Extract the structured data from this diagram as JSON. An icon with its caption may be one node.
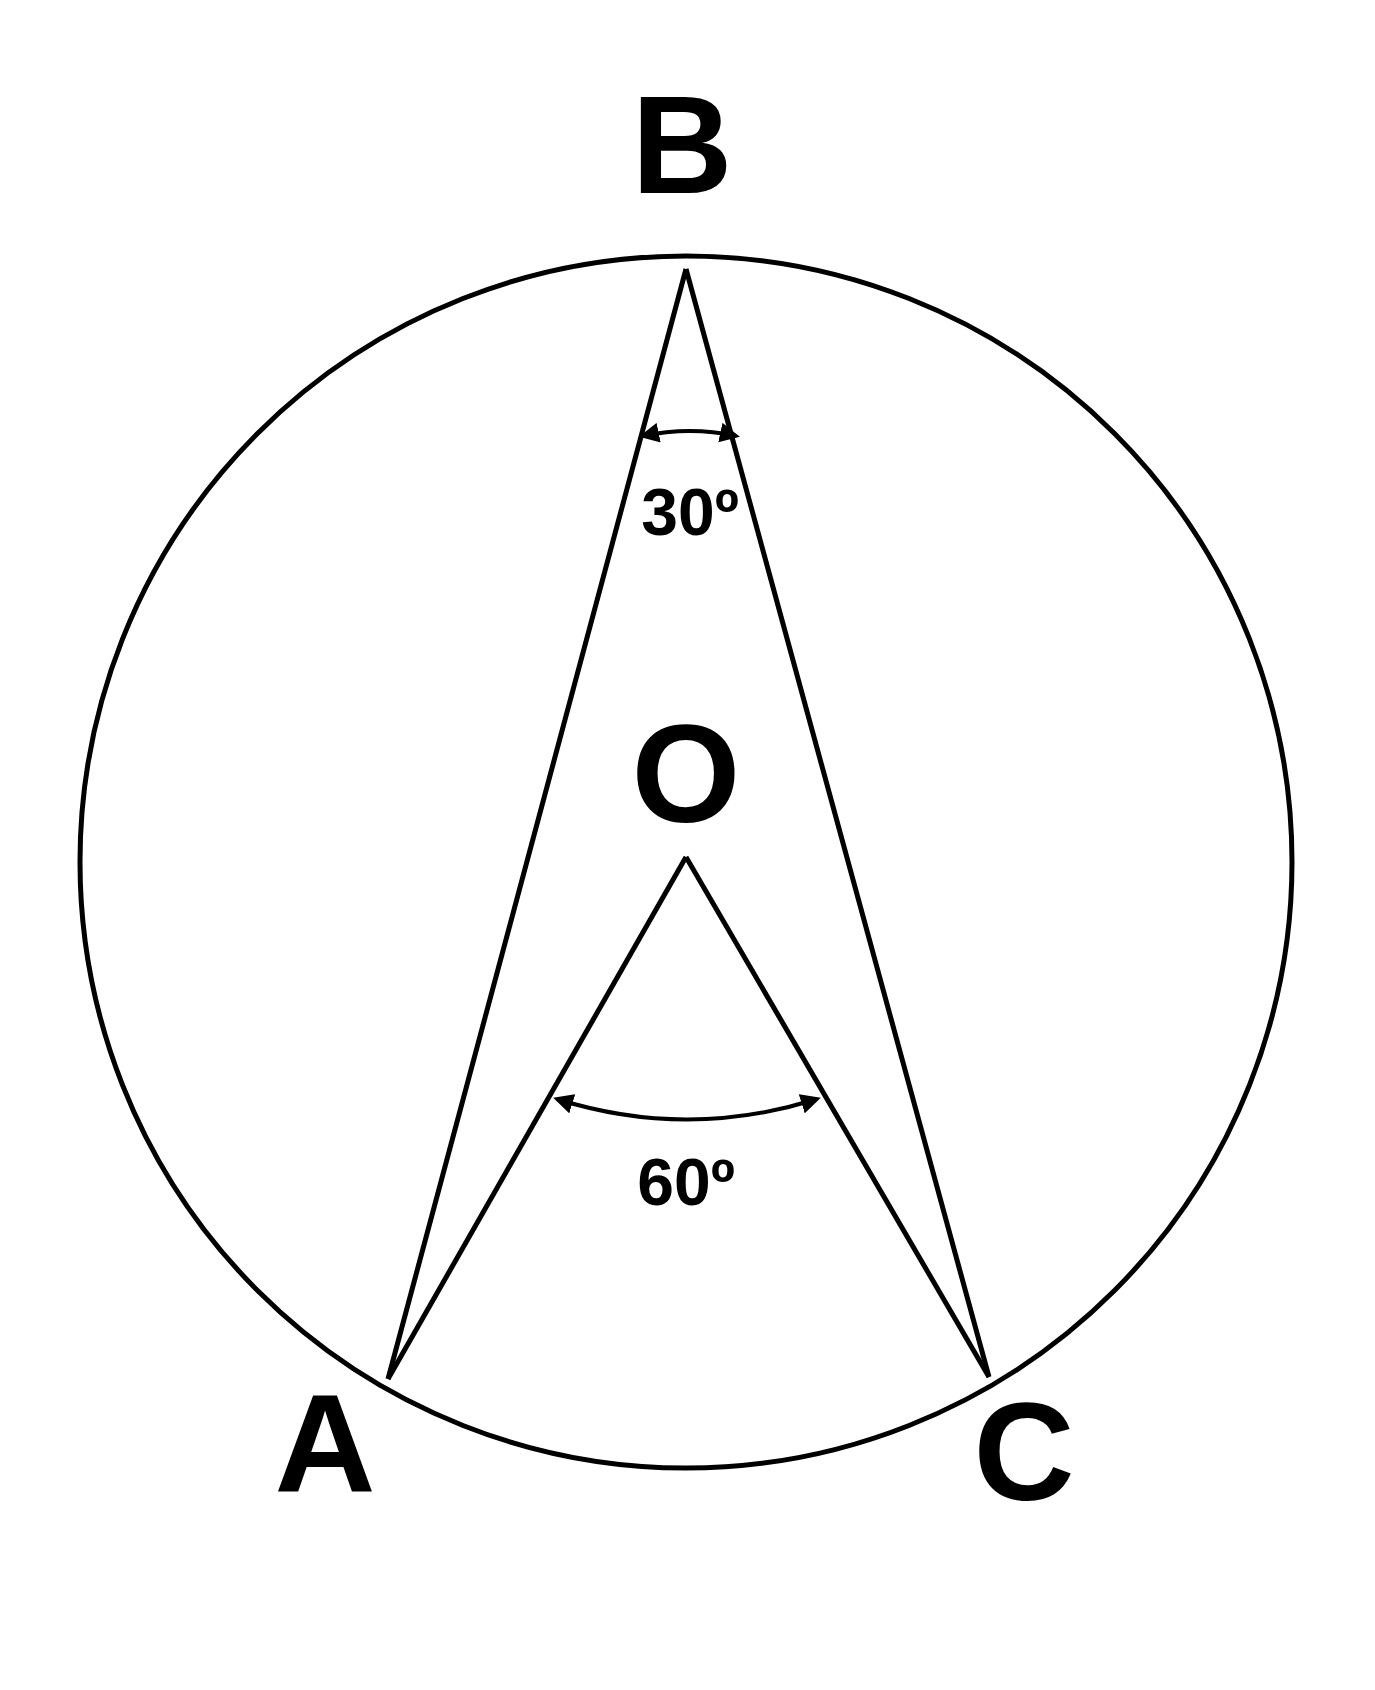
{
  "diagram": {
    "labels": [
      "B",
      "30º",
      "O",
      "60º",
      "A",
      "C"
    ]
  }
}
